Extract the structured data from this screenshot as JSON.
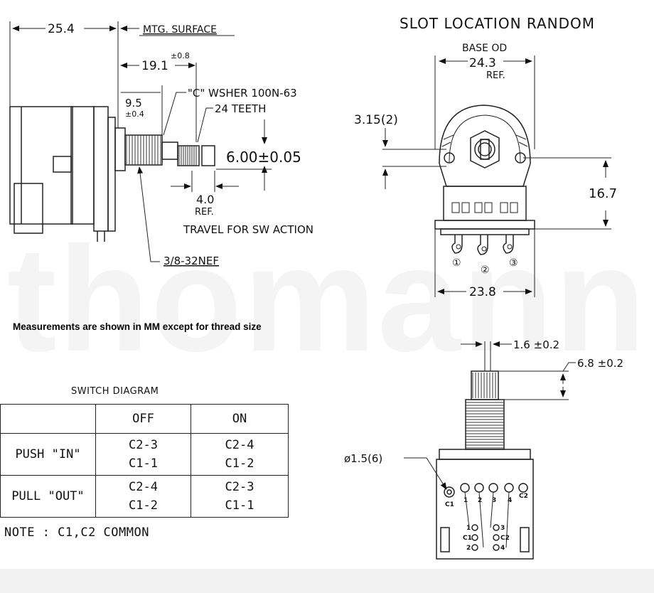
{
  "watermark": "thomann",
  "side_view": {
    "dim_overall": "25.4",
    "mtg_surface": "MTG. SURFACE",
    "dim_shaft": "19.1",
    "dim_shaft_tol": "±0.8",
    "dim_bushing": "9.5",
    "dim_bushing_tol": "±0.4",
    "washer_note": "\"C\" WSHER 100N-63",
    "teeth_note": "24 TEETH",
    "shaft_dia": "6.00±0.05",
    "travel_value": "4.0",
    "travel_ref": "REF.",
    "travel_note": "TRAVEL FOR SW ACTION",
    "thread": "3/8-32NEF"
  },
  "front_view": {
    "slot_note": "SLOT LOCATION RANDOM",
    "base_od_label": "BASE OD",
    "base_od_value": "24.3",
    "base_od_ref": "REF.",
    "dim_slot": "3.15(2)",
    "dim_height": "16.7",
    "dim_width": "23.8",
    "pins": [
      "①",
      "②",
      "③"
    ]
  },
  "measurement_note": "Measurements are shown in MM except for thread size",
  "bottom_view": {
    "dim_slot": "1.6 ±0.2",
    "dim_depth": "6.8 ±0.2",
    "hole_dia": "ø1.5(6)",
    "top_pins": [
      "C1",
      "1",
      "2",
      "3",
      "4",
      "C2"
    ],
    "lower_pins": [
      "1",
      "C1",
      "2",
      "3",
      "C2",
      "4"
    ]
  },
  "switch_diagram": {
    "title": "SWITCH DIAGRAM",
    "headers": [
      "",
      "OFF",
      "ON"
    ],
    "rows": [
      {
        "label": "PUSH \"IN\"",
        "off": [
          "C2-3",
          "C1-1"
        ],
        "on": [
          "C2-4",
          "C1-2"
        ]
      },
      {
        "label": "PULL \"OUT\"",
        "off": [
          "C2-4",
          "C1-2"
        ],
        "on": [
          "C2-3",
          "C1-1"
        ]
      }
    ],
    "note": "NOTE : C1,C2 COMMON"
  }
}
